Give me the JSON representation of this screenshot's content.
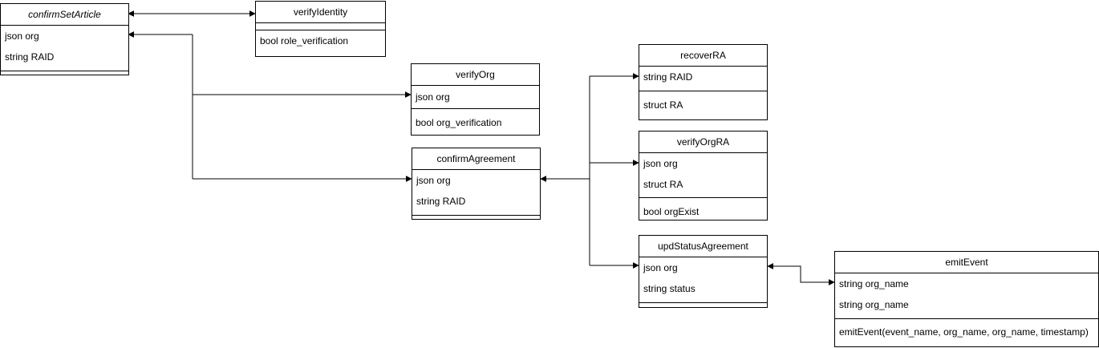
{
  "classes": {
    "confirmSetArticle": {
      "name": "confirmSetArticle",
      "fields": [
        "json org",
        "string RAID"
      ],
      "methods": []
    },
    "verifyIdentity": {
      "name": "verifyIdentity",
      "fields": [],
      "methods": [
        "bool role_verification"
      ]
    },
    "verifyOrg": {
      "name": "verifyOrg",
      "fields": [
        "json org"
      ],
      "methods": [
        "bool org_verification"
      ]
    },
    "confirmAgreement": {
      "name": "confirmAgreement",
      "fields": [
        "json org",
        "string RAID"
      ],
      "methods": []
    },
    "recoverRA": {
      "name": "recoverRA",
      "fields": [
        "string RAID"
      ],
      "methods": [
        "struct RA"
      ]
    },
    "verifyOrgRA": {
      "name": "verifyOrgRA",
      "fields": [
        "json org",
        "struct RA"
      ],
      "methods": [
        "bool orgExist"
      ]
    },
    "updStatusAgreement": {
      "name": "updStatusAgreement",
      "fields": [
        "json org",
        "string status"
      ],
      "methods": []
    },
    "emitEvent": {
      "name": "emitEvent",
      "fields": [
        "string org_name",
        "string org_name"
      ],
      "methods": [
        "emitEvent(event_name, org_name, org_name, timestamp)"
      ]
    }
  }
}
